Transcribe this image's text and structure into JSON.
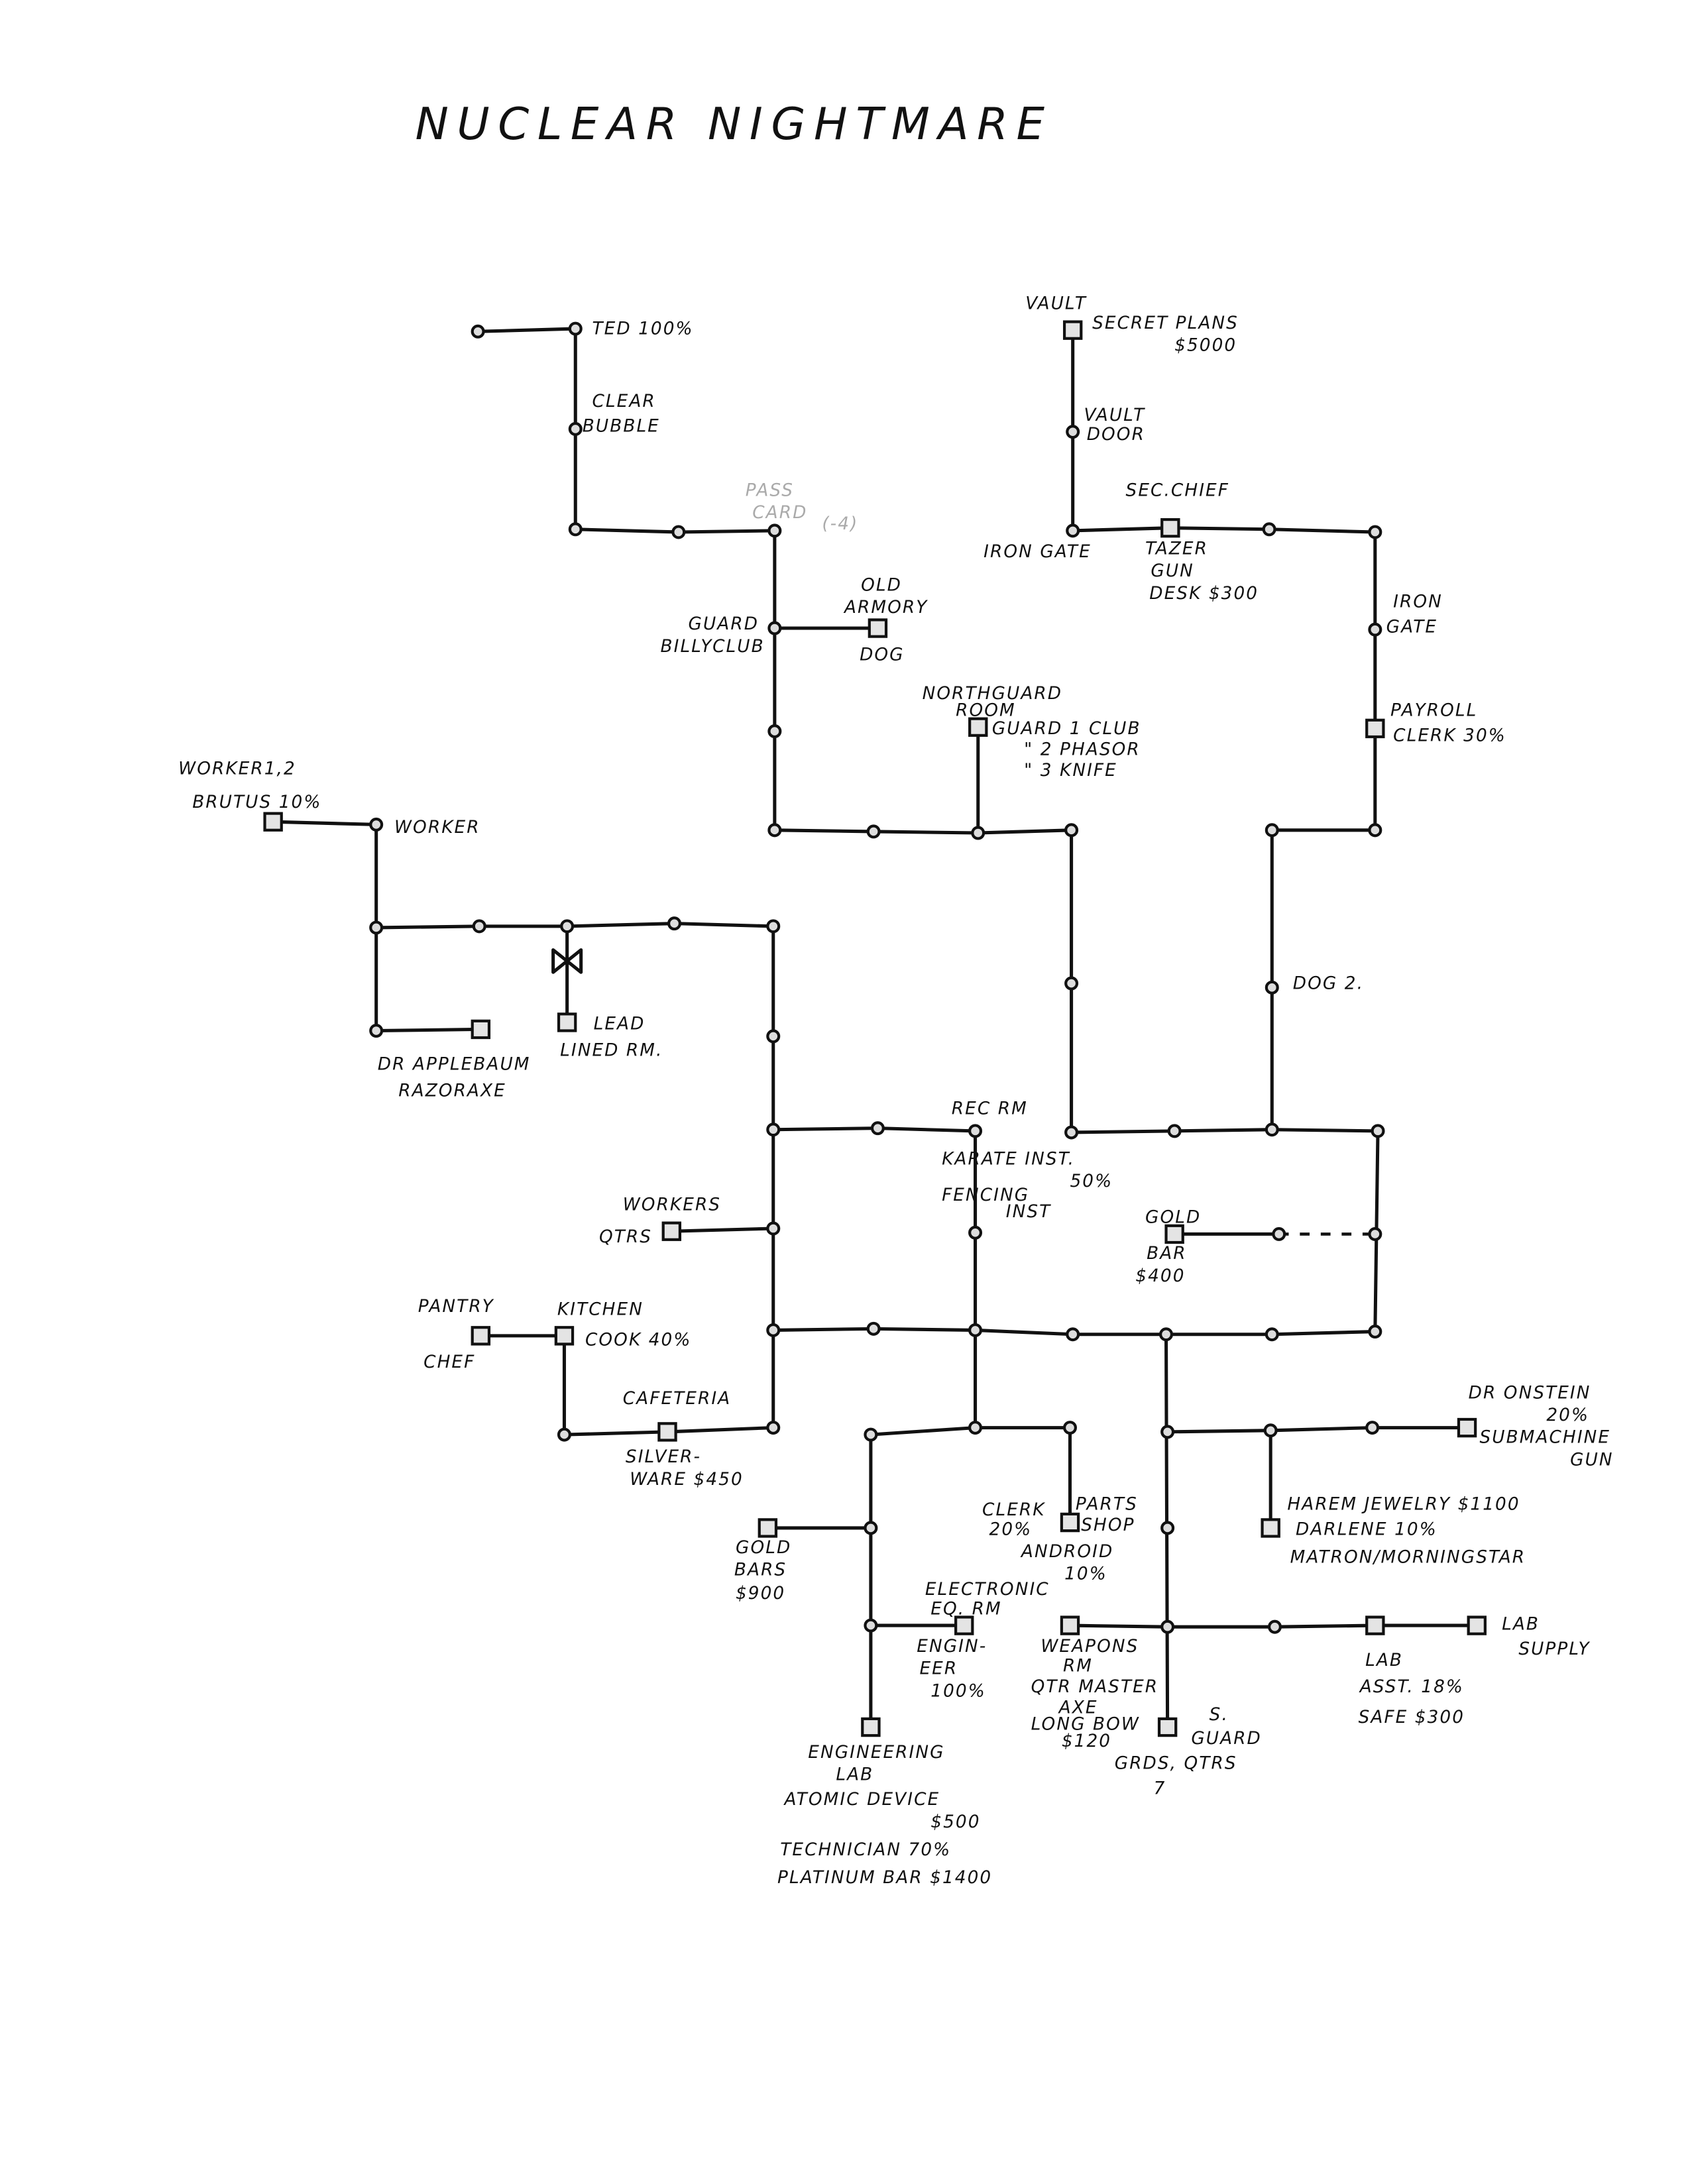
{
  "title": "NUCLEAR NIGHTMARE",
  "labels": {
    "ted": "TED 100%",
    "clear": "CLEAR",
    "bubble": "BUBBLE",
    "pass": "PASS",
    "card": "CARD",
    "card_mod": "(-4)",
    "guard": "GUARD",
    "billyclub": "BILLYCLUB",
    "old": "OLD",
    "armory": "ARMORY",
    "dog": "DOG",
    "northguard": "NORTHGUARD",
    "room": "ROOM",
    "guard_club": "GUARD 1 CLUB",
    "phasor": "\"  2 PHASOR",
    "knife": "\"  3 KNIFE",
    "vault": "VAULT",
    "secret_plans": "SECRET PLANS",
    "plans_value": "$5000",
    "vault2": "VAULT",
    "door": "DOOR",
    "sec_chief": "SEC.CHIEF",
    "iron_gate": "IRON GATE",
    "tazer": "TAZER",
    "gun": "GUN",
    "desk": "DESK $300",
    "iron2": "IRON",
    "gate2": "GATE",
    "payroll": "PAYROLL",
    "clerk30": "CLERK 30%",
    "worker12": "WORKER1,2",
    "brutus": "BRUTUS 10%",
    "worker": "WORKER",
    "lead": "LEAD",
    "lined_rm": "LINED RM.",
    "dr_applebaum": "DR APPLEBAUM",
    "razoraxe": "RAZORAXE",
    "dog2": "DOG 2.",
    "rec_rm": "REC RM",
    "karate": "KARATE INST.",
    "karate_pct": "50%",
    "fencing": "FENCING",
    "fencing_inst": "INST",
    "workers": "WORKERS",
    "qtrs": "QTRS",
    "gold": "GOLD",
    "bar": "BAR",
    "bar_value": "$400",
    "pantry": "PANTRY",
    "chef": "CHEF",
    "kitchen": "KITCHEN",
    "cook": "COOK 40%",
    "cafeteria": "CAFETERIA",
    "silver": "SILVER-",
    "ware": "WARE $450",
    "dr_onstein": "DR ONSTEIN",
    "onstein_pct": "20%",
    "submachine": "SUBMACHINE",
    "sm_gun": "GUN",
    "harem": "HAREM JEWELRY $1100",
    "darlene": "DARLENE 10%",
    "matron": "MATRON/MORNINGSTAR",
    "clerk": "CLERK",
    "clerk_pct": "20%",
    "parts": "PARTS",
    "shop": "SHOP",
    "android": "ANDROID",
    "android_pct": "10%",
    "gold_bars": "GOLD",
    "bars": "BARS",
    "bars_value": "$900",
    "electronic": "ELECTRONIC",
    "eq_rm": "EQ. RM",
    "engin": "ENGIN-",
    "eer": "EER",
    "eer_pct": "100%",
    "weapons": "WEAPONS",
    "weapons_rm": "RM",
    "qtrmaster": "QTR MASTER",
    "axe": "AXE",
    "longbow": "LONG BOW",
    "longbow_value": "$120",
    "s": "S.",
    "s_guard": "GUARD",
    "grds_qtrs": "GRDS, QTRS",
    "seven": "7",
    "lab": "LAB",
    "asst": "ASST. 18%",
    "safe": "SAFE $300",
    "lab_supply": "LAB",
    "supply": "SUPPLY",
    "engineering": "ENGINEERING",
    "eng_lab": "LAB",
    "atomic": "ATOMIC DEVICE",
    "atomic_value": "$500",
    "technician": "TECHNICIAN 70%",
    "platinum": "PLATINUM BAR $1400"
  }
}
